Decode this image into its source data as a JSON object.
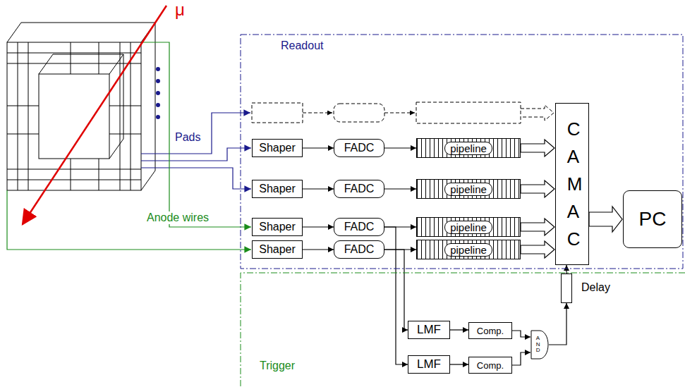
{
  "diagram": {
    "nodes": [
      {
        "text": [
          "Readout"
        ]
      },
      {
        "text": [
          "Trigger"
        ]
      },
      {
        "text": [
          "Shaper"
        ],
        "in": 0
      },
      {
        "text": [
          "FADC"
        ],
        "in": 0
      },
      {
        "text": [
          "pipeline"
        ],
        "in": 0
      },
      {
        "text": [
          "Shaper"
        ],
        "in": 0
      },
      {
        "text": [
          "FADC"
        ],
        "in": 0
      },
      {
        "text": [
          "pipeline"
        ],
        "in": 0
      },
      {
        "text": [
          "Shaper"
        ],
        "in": 0
      },
      {
        "text": [
          "FADC"
        ],
        "in": 0
      },
      {
        "text": [
          "pipeline"
        ],
        "in": 0
      },
      {
        "text": [
          "Shaper"
        ],
        "in": 0
      },
      {
        "text": [
          "FADC"
        ],
        "in": 0
      },
      {
        "text": [
          "pipeline"
        ],
        "in": 0
      },
      {
        "text": [
          "CAMAC"
        ],
        "in": 0
      },
      {
        "text": [
          "PC"
        ],
        "in": 0
      },
      {
        "text": [
          "LMF"
        ],
        "in": 1
      },
      {
        "text": [
          "LMF"
        ],
        "in": 1
      },
      {
        "text": [
          "Comp."
        ],
        "in": 1
      },
      {
        "text": [
          "Comp."
        ],
        "in": 1
      },
      {
        "text": [
          "AND"
        ],
        "in": 1
      },
      {
        "text": [
          "Delay"
        ],
        "in": 1
      }
    ],
    "edges": [
      {
        "from": 2,
        "to": 3,
        "arrow": "to"
      },
      {
        "from": 3,
        "to": 4,
        "arrow": "to"
      },
      {
        "from": 4,
        "to": 14,
        "arrow": "to"
      },
      {
        "from": 5,
        "to": 6,
        "arrow": "to"
      },
      {
        "from": 6,
        "to": 7,
        "arrow": "to"
      },
      {
        "from": 7,
        "to": 14,
        "arrow": "to"
      },
      {
        "from": 8,
        "to": 9,
        "arrow": "to"
      },
      {
        "from": 9,
        "to": 10,
        "arrow": "to"
      },
      {
        "from": 10,
        "to": 14,
        "arrow": "to"
      },
      {
        "from": 11,
        "to": 12,
        "arrow": "to"
      },
      {
        "from": 12,
        "to": 13,
        "arrow": "to"
      },
      {
        "from": 13,
        "to": 14,
        "arrow": "to"
      },
      {
        "from": 14,
        "to": 15,
        "arrow": "to"
      },
      {
        "from": 9,
        "to": 17,
        "arrow": "to"
      },
      {
        "from": 12,
        "to": 16,
        "arrow": "to"
      },
      {
        "from": 16,
        "to": 18,
        "arrow": "to"
      },
      {
        "from": 17,
        "to": 19,
        "arrow": "to"
      },
      {
        "from": 18,
        "to": 20,
        "arrow": "to"
      },
      {
        "from": 19,
        "to": 20,
        "arrow": "to"
      },
      {
        "from": 20,
        "to": 21,
        "arrow": "to"
      },
      {
        "from": 21,
        "to": 14,
        "arrow": "to"
      }
    ],
    "labels": [
      "μ",
      "Pads",
      "Anode wires"
    ]
  }
}
